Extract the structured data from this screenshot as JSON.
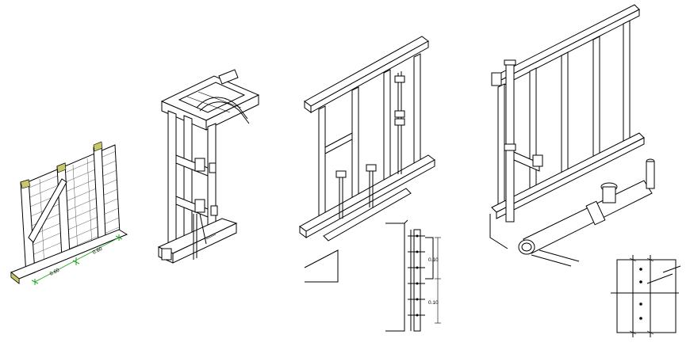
{
  "panel_1": {
    "dimension_left": "0.60",
    "dimension_right": "0.60",
    "marker_color": "#1fa31f",
    "cap_color": "#c8c86a"
  },
  "detail_section": {
    "dimension_upper": "0.10",
    "dimension_lower": "0.10"
  }
}
